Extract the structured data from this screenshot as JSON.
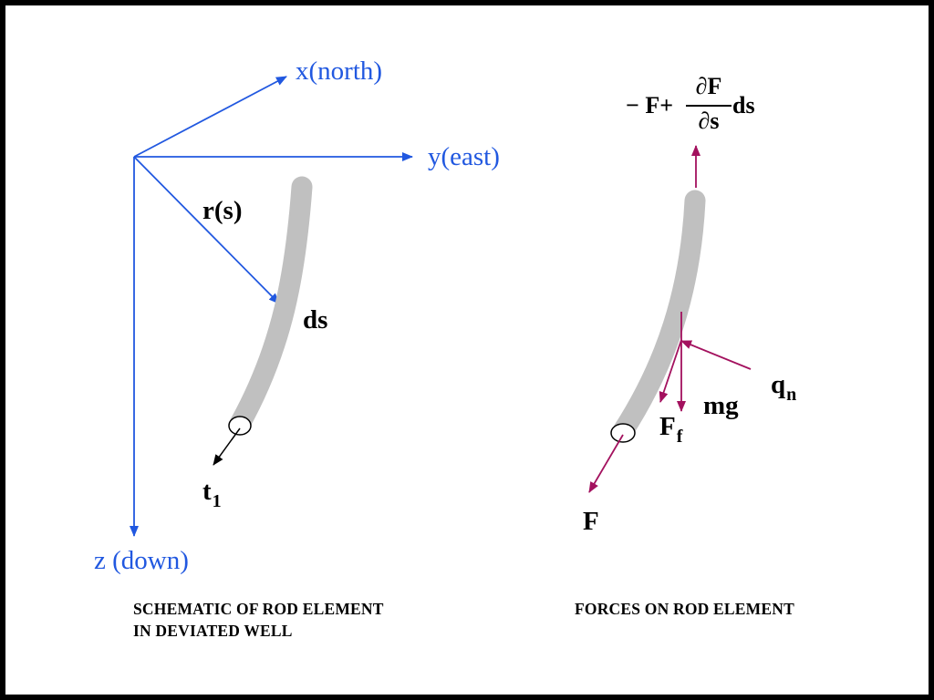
{
  "left_diagram": {
    "axes": {
      "x_label": "x(north)",
      "y_label": "y(east)",
      "z_label": "z (down)"
    },
    "position_vector_label": "r(s)",
    "element_length_label": "ds",
    "tangent_label": "t",
    "tangent_subscript": "1",
    "caption_line1": "SCHEMATIC OF ROD ELEMENT",
    "caption_line2": "IN DEVIATED WELL"
  },
  "right_diagram": {
    "top_force_prefix": "− F+",
    "top_force_numerator_symbol": "∂",
    "top_force_numerator": "F",
    "top_force_denominator_symbol": "∂",
    "top_force_denominator": "s",
    "top_force_suffix": "ds",
    "normal_force_label": "q",
    "normal_force_subscript": "n",
    "weight_label": "mg",
    "friction_label": "F",
    "friction_subscript": "f",
    "bottom_force_label": "F",
    "caption": "FORCES ON ROD ELEMENT"
  },
  "colors": {
    "axis_blue": "#2158e0",
    "force_magenta": "#a3115e",
    "rod_gray": "#c0c0c0",
    "frame_black": "#000000"
  }
}
